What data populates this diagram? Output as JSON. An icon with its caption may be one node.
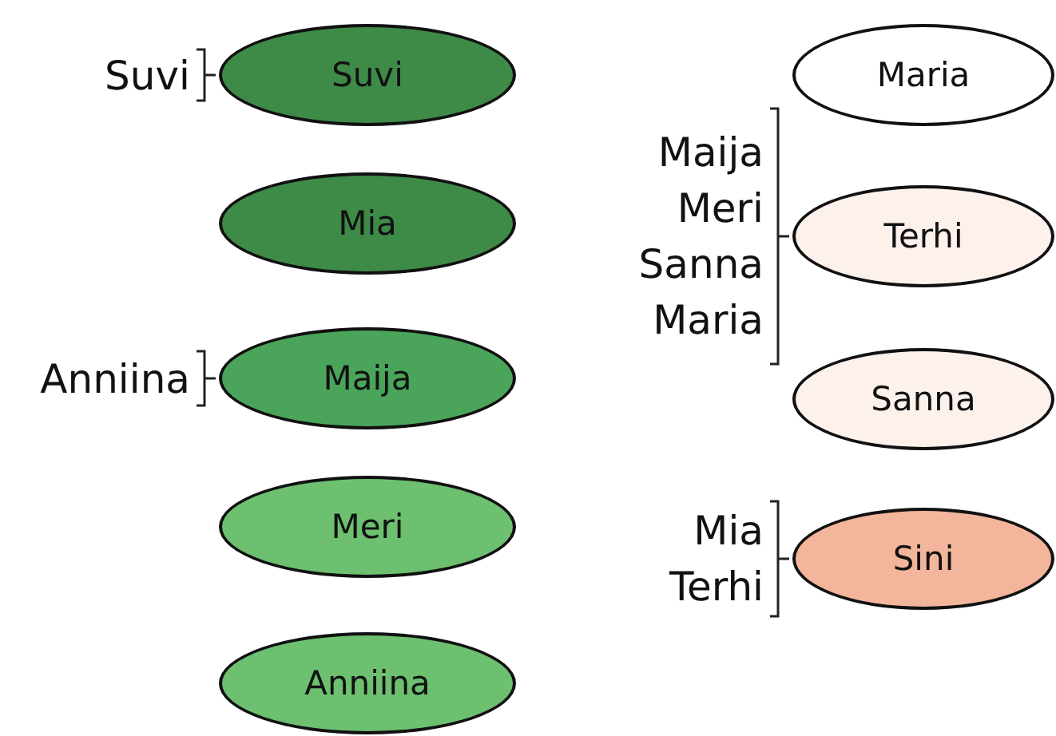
{
  "diagram": {
    "nodes": [
      {
        "text": [
          "Suvi"
        ],
        "beside": [
          "Suvi"
        ]
      },
      {
        "text": [
          "Mia"
        ]
      },
      {
        "text": [
          "Maija"
        ],
        "beside": [
          "Anniina"
        ]
      },
      {
        "text": [
          "Meri"
        ]
      },
      {
        "text": [
          "Anniina"
        ]
      },
      {
        "text": [
          "Maria"
        ]
      },
      {
        "text": [
          "Terhi"
        ],
        "beside": [
          "Maija",
          "Meri",
          "Sanna",
          "Maria"
        ]
      },
      {
        "text": [
          "Sanna"
        ]
      },
      {
        "text": [
          "Sini"
        ],
        "beside": [
          "Mia",
          "Terhi"
        ]
      }
    ]
  }
}
